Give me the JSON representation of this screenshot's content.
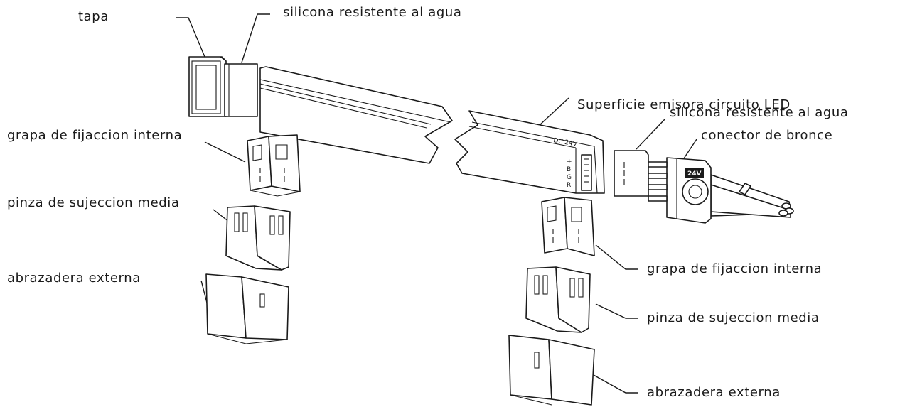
{
  "labels": {
    "cap": "tapa",
    "silicone_left": "silicona resistente al agua",
    "emitting_surface": "Superficie emisora circuito LED",
    "silicone_right": "silicona resistente al agua",
    "connector": "conector de bronce",
    "inner_clip_left": "grapa de fijaccion interna",
    "middle_clamp_left": "pinza de sujeccion media",
    "outer_clamp_left": "abrazadera externa",
    "inner_clip_right": "grapa de fijaccion interna",
    "middle_clamp_right": "pinza de sujeccion media",
    "outer_clamp_right": "abrazadera externa"
  },
  "strip_markings": {
    "voltage": "DC 24V",
    "pins": [
      "+",
      "B",
      "G",
      "R"
    ]
  },
  "connector_marking": "24V"
}
